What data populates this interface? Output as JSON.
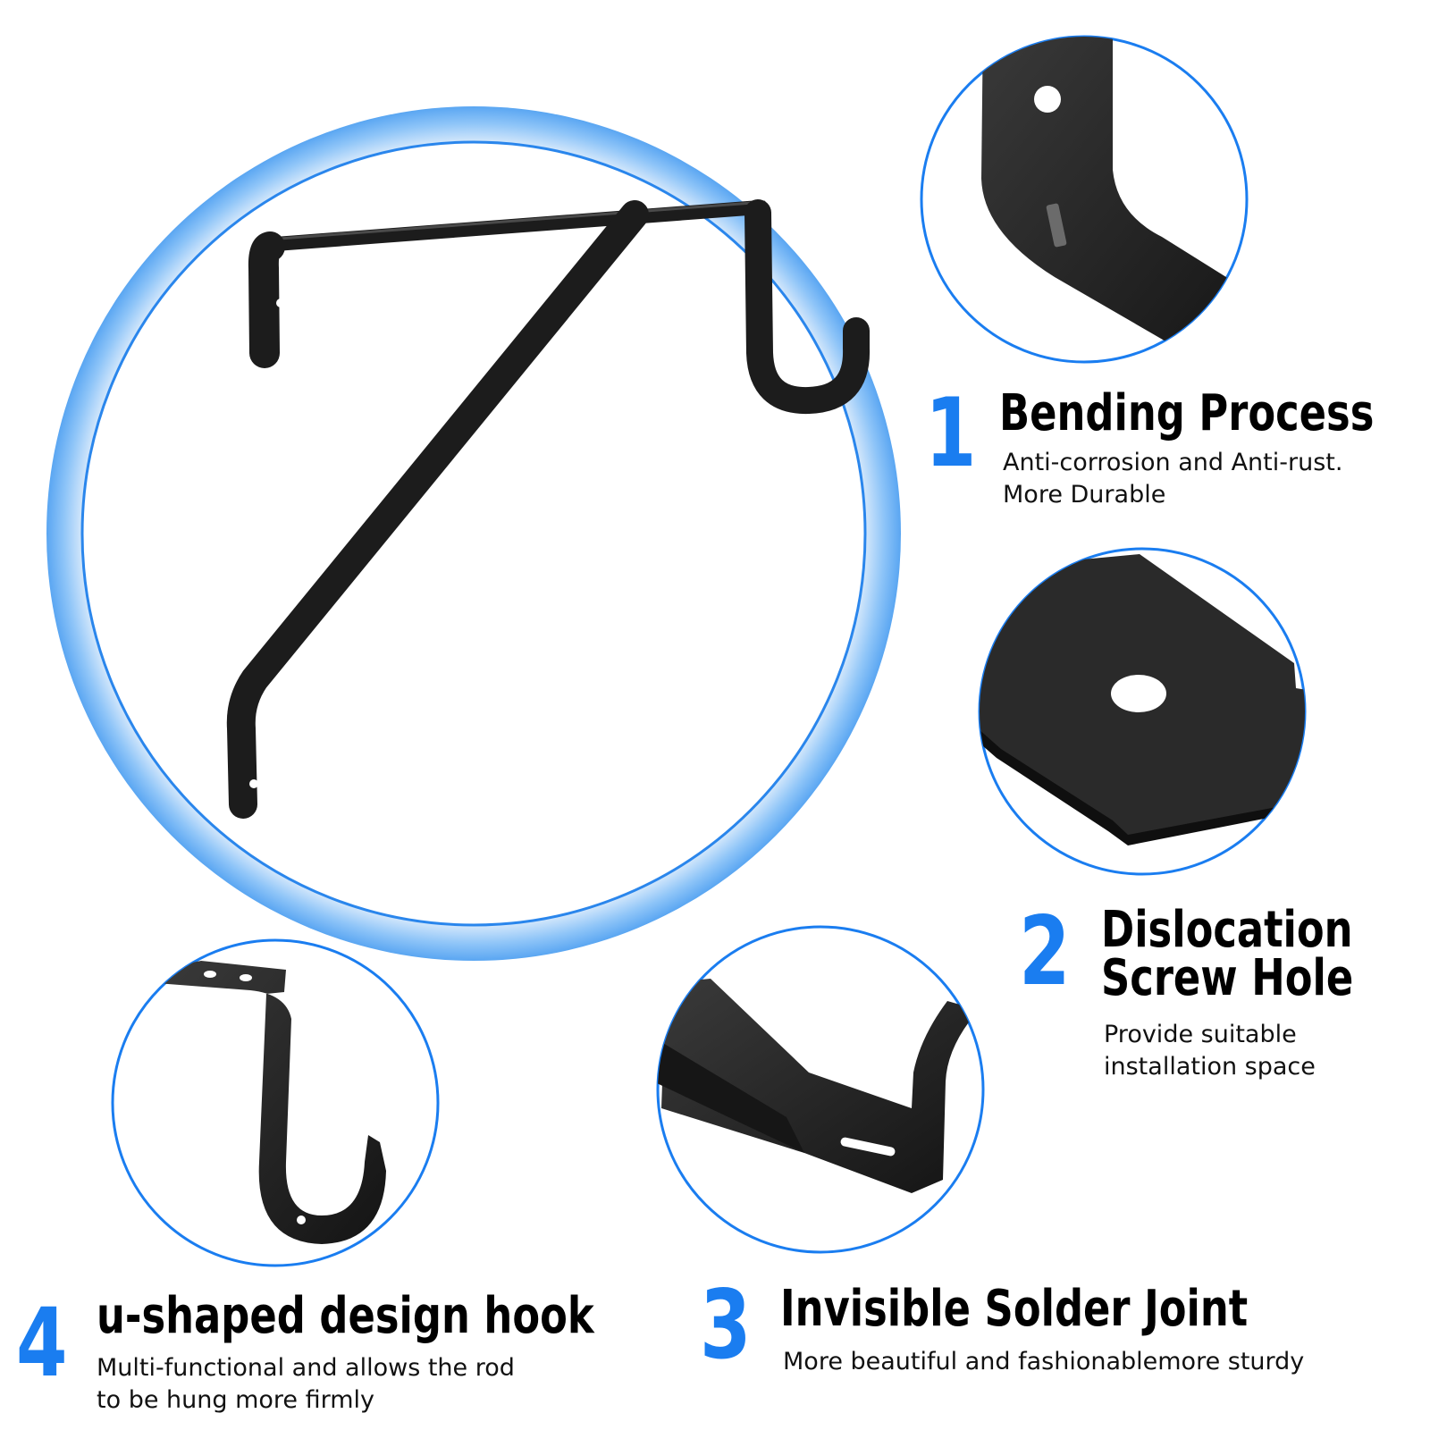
{
  "accent_color": "#1a7df0",
  "ring_color": "#7fbdf7",
  "product_color": "#1e1e1e",
  "features": [
    {
      "number": "1",
      "title_lines": [
        "Bending Process"
      ],
      "desc_lines": [
        "Anti-corrosion and Anti-rust.",
        "More Durable"
      ]
    },
    {
      "number": "2",
      "title_lines": [
        "Dislocation",
        "Screw Hole"
      ],
      "desc_lines": [
        "Provide suitable",
        "installation space"
      ]
    },
    {
      "number": "3",
      "title_lines": [
        "Invisible Solder Joint"
      ],
      "desc_lines": [
        "More beautiful and fashionablemore sturdy"
      ]
    },
    {
      "number": "4",
      "title_lines": [
        "u-shaped design hook"
      ],
      "desc_lines": [
        "Multi-functional and allows the rod",
        "to be hung more firmly"
      ]
    }
  ]
}
